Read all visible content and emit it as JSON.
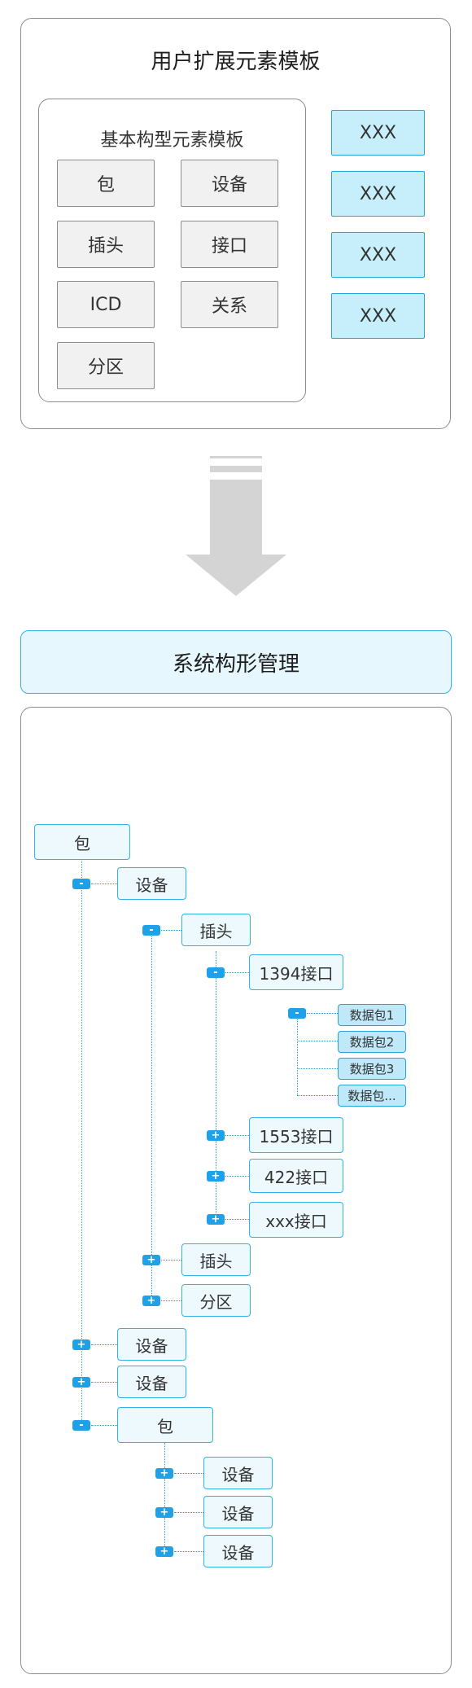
{
  "top_panel": {
    "title": "用户扩展元素模板",
    "basic_template": {
      "title": "基本构型元素模板",
      "items": [
        "包",
        "设备",
        "插头",
        "接口",
        "ICD",
        "关系",
        "分区"
      ]
    },
    "extension_items": [
      "XXX",
      "XXX",
      "XXX",
      "XXX"
    ]
  },
  "management_title": "系统构形管理",
  "tree": {
    "root": "包",
    "device1": "设备",
    "plug1": "插头",
    "if_1394": "1394接口",
    "packets": [
      "数据包1",
      "数据包2",
      "数据包3",
      "数据包..."
    ],
    "if_1553": "1553接口",
    "if_422": "422接口",
    "if_xxx": "xxx接口",
    "plug2": "插头",
    "partition": "分区",
    "device2": "设备",
    "device3": "设备",
    "package2": "包",
    "sub_devices": [
      "设备",
      "设备",
      "设备"
    ]
  },
  "toggles": {
    "collapse": "-",
    "expand": "+"
  },
  "colors": {
    "accent": "#2fb3e8",
    "toggle": "#1ea1e8",
    "extension_fill": "#c6effb",
    "node_fill": "#eef9fe",
    "arrow": "#d4d4d4",
    "panel_border": "#8c8c8c"
  }
}
